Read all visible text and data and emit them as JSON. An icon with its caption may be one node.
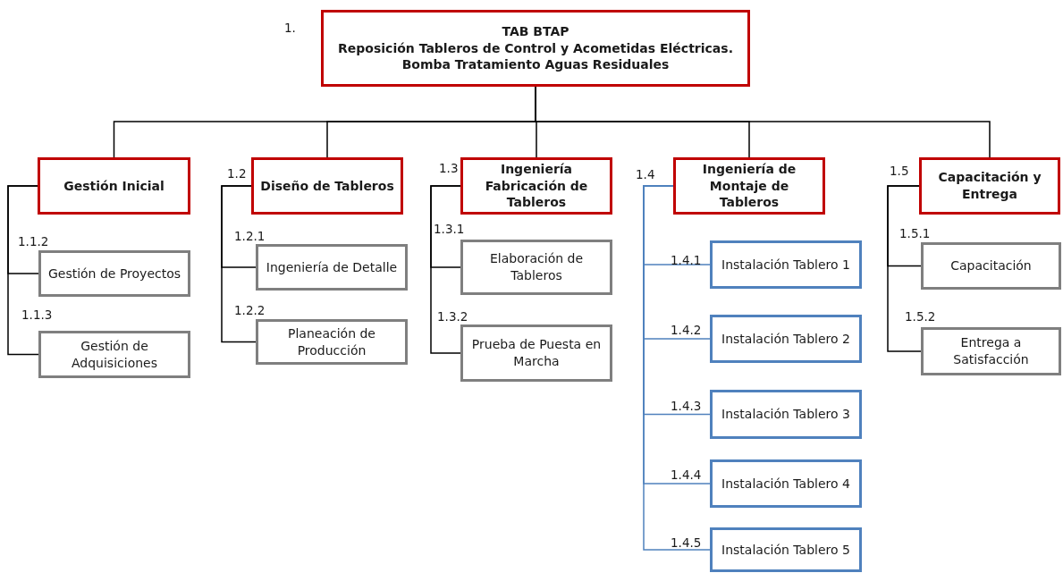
{
  "diagram": {
    "nodes": [
      {
        "text": [
          "TAB BTAP",
          "Reposición Tableros de Control y Acometidas Eléctricas. Bomba Tratamiento Aguas Residuales"
        ],
        "beside": [
          "1."
        ]
      },
      {
        "text": [
          "Gestión Inicial"
        ]
      },
      {
        "text": [
          "Diseño de Tableros"
        ],
        "beside": [
          "1.2"
        ]
      },
      {
        "text": [
          "Ingeniería Fabricación de Tableros"
        ],
        "beside": [
          "1.3"
        ]
      },
      {
        "text": [
          "Ingeniería de Montaje de Tableros"
        ],
        "beside": [
          "1.4"
        ]
      },
      {
        "text": [
          "Capacitación y Entrega"
        ],
        "beside": [
          "1.5"
        ]
      },
      {
        "text": [
          "Gestión de Proyectos"
        ],
        "beside": [
          "1.1.2"
        ]
      },
      {
        "text": [
          "Gestión de Adquisiciones"
        ],
        "beside": [
          "1.1.3"
        ]
      },
      {
        "text": [
          "Ingeniería de Detalle"
        ],
        "beside": [
          "1.2.1"
        ]
      },
      {
        "text": [
          "Planeación de Producción"
        ],
        "beside": [
          "1.2.2"
        ]
      },
      {
        "text": [
          "Elaboración de Tableros"
        ],
        "beside": [
          "1.3.1"
        ]
      },
      {
        "text": [
          "Prueba de Puesta en Marcha"
        ],
        "beside": [
          "1.3.2"
        ]
      },
      {
        "text": [
          "Instalación Tablero 1"
        ],
        "beside": [
          "1.4.1"
        ]
      },
      {
        "text": [
          "Instalación Tablero 2"
        ],
        "beside": [
          "1.4.2"
        ]
      },
      {
        "text": [
          "Instalación Tablero 3"
        ],
        "beside": [
          "1.4.3"
        ]
      },
      {
        "text": [
          "Instalación Tablero 4"
        ],
        "beside": [
          "1.4.4"
        ]
      },
      {
        "text": [
          "Instalación Tablero 5"
        ],
        "beside": [
          "1.4.5"
        ]
      },
      {
        "text": [
          "Capacitación"
        ],
        "beside": [
          "1.5.1"
        ]
      },
      {
        "text": [
          "Entrega a Satisfacción"
        ],
        "beside": [
          "1.5.2"
        ]
      }
    ],
    "edges": [
      {
        "from": 0,
        "to": 1,
        "arrow": "none"
      },
      {
        "from": 0,
        "to": 2,
        "arrow": "none"
      },
      {
        "from": 0,
        "to": 3,
        "arrow": "none"
      },
      {
        "from": 0,
        "to": 4,
        "arrow": "none"
      },
      {
        "from": 0,
        "to": 5,
        "arrow": "none"
      },
      {
        "from": 1,
        "to": 6,
        "arrow": "none"
      },
      {
        "from": 1,
        "to": 7,
        "arrow": "none"
      },
      {
        "from": 2,
        "to": 8,
        "arrow": "none"
      },
      {
        "from": 2,
        "to": 9,
        "arrow": "none"
      },
      {
        "from": 3,
        "to": 10,
        "arrow": "none"
      },
      {
        "from": 3,
        "to": 11,
        "arrow": "none"
      },
      {
        "from": 4,
        "to": 12,
        "arrow": "none",
        "color": "#4f81bd"
      },
      {
        "from": 4,
        "to": 13,
        "arrow": "none",
        "color": "#4f81bd"
      },
      {
        "from": 4,
        "to": 14,
        "arrow": "none",
        "color": "#4f81bd"
      },
      {
        "from": 4,
        "to": 15,
        "arrow": "none",
        "color": "#4f81bd"
      },
      {
        "from": 4,
        "to": 16,
        "arrow": "none",
        "color": "#4f81bd"
      },
      {
        "from": 5,
        "to": 17,
        "arrow": "none"
      },
      {
        "from": 5,
        "to": 18,
        "arrow": "none"
      }
    ]
  }
}
